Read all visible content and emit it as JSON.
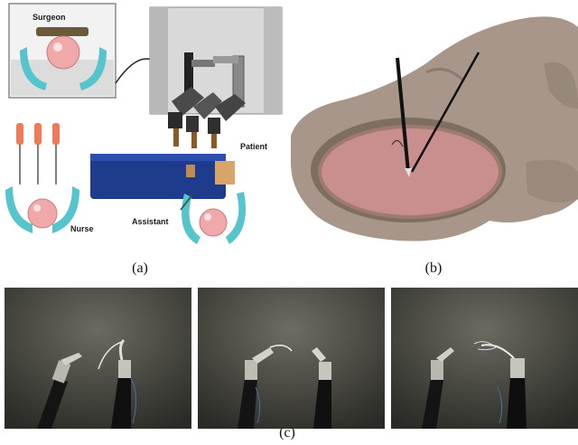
{
  "figure": {
    "panel_a": {
      "caption": "(a)",
      "labels": {
        "surgeon": "Surgeon",
        "patient": "Patient",
        "nurse": "Nurse",
        "assistant": "Assistant"
      }
    },
    "panel_b": {
      "caption": "(b)"
    },
    "panel_c": {
      "caption": "(c)",
      "photo_count": 3
    }
  },
  "colors": {
    "cyan_figure": "#56c4cc",
    "pink_head": "#f0a8a8",
    "patient_blue": "#1f3b8c",
    "torso_skin": "#a8968a",
    "cavity_pink": "#c98f8f",
    "photo_bg_dark": "#2a2a26"
  }
}
